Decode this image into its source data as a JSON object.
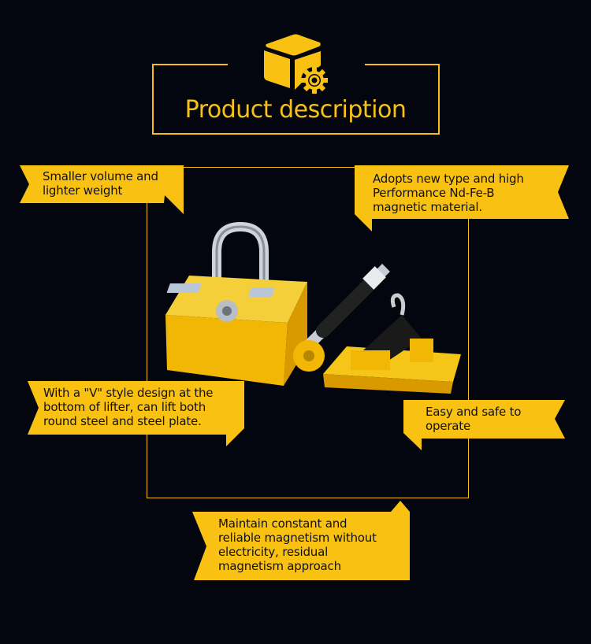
{
  "header": {
    "title": "Product description",
    "icon": "box-gear-icon"
  },
  "features": [
    {
      "lines": [
        "Smaller volume and",
        "lighter weight"
      ]
    },
    {
      "lines": [
        "Adopts new type and high",
        "Performance Nd-Fe-B",
        "magnetic material."
      ]
    },
    {
      "lines": [
        "With a \"V\" style design at the",
        "bottom of lifter, can lift both",
        "round steel and steel plate."
      ]
    },
    {
      "lines": [
        "Easy and safe to",
        "operate"
      ]
    },
    {
      "lines": [
        "Maintain constant and",
        "reliable magnetism without",
        "electricity, residual",
        "magnetism approach"
      ]
    }
  ],
  "colors": {
    "background": "#03060f",
    "accent": "#f9c213"
  }
}
